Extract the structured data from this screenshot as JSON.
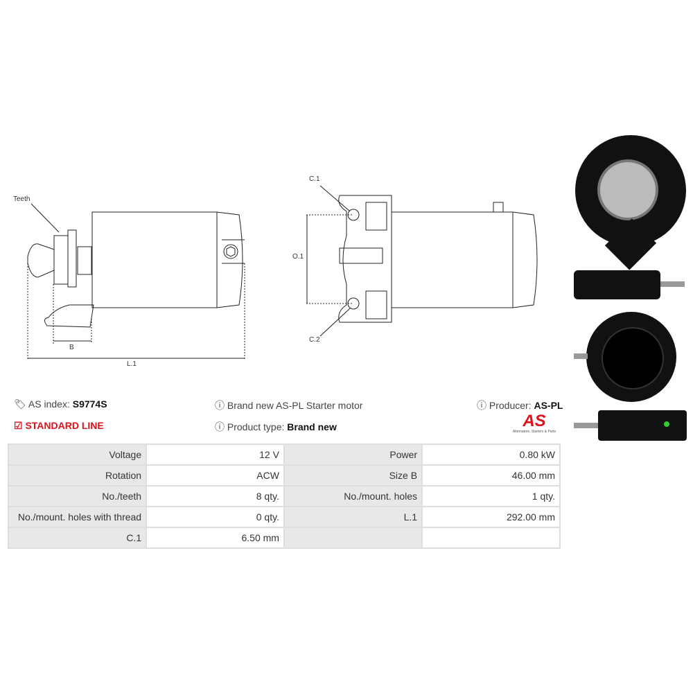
{
  "drawings": {
    "teeth": "Teeth",
    "b": "B",
    "l1": "L.1",
    "c1": "C.1",
    "c2": "C.2",
    "o1": "O.1"
  },
  "info": {
    "as_index_label": "AS index:",
    "as_index": "S9774S",
    "line": "STANDARD LINE",
    "description": "Brand new AS-PL Starter motor",
    "product_type_label": "Product type:",
    "product_type": "Brand new",
    "producer_label": "Producer:",
    "producer": "AS-PL",
    "logo_text": "AS",
    "logo_tagline": "Alternators, Starters & Parts"
  },
  "specs": [
    [
      "Voltage",
      "12 V",
      "Power",
      "0.80 kW"
    ],
    [
      "Rotation",
      "ACW",
      "Size B",
      "46.00 mm"
    ],
    [
      "No./teeth",
      "8 qty.",
      "No./mount. holes",
      "1 qty."
    ],
    [
      "No./mount. holes with thread",
      "0 qty.",
      "L.1",
      "292.00 mm"
    ],
    [
      "C.1",
      "6.50 mm",
      "",
      ""
    ]
  ],
  "colors": {
    "accent": "#e3101c"
  }
}
